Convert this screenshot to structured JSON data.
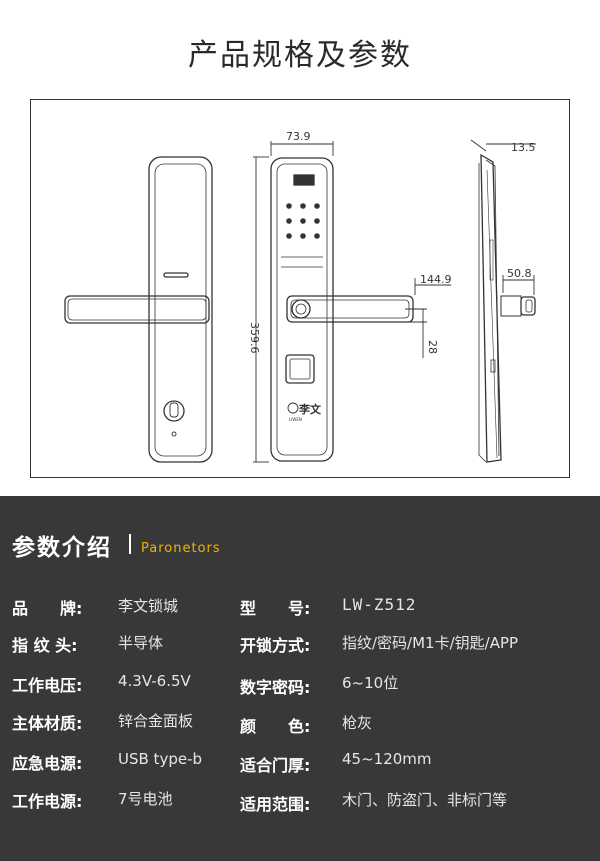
{
  "title": "产品规格及参数",
  "diagram": {
    "dimensions": [
      "73.9",
      "13.5",
      "144.9",
      "50.8",
      "359.6",
      "28"
    ],
    "brand_mark": "李文",
    "brand_mark_small": "LIWEN"
  },
  "section": {
    "title": "参数介绍",
    "subtitle": "Paronetors"
  },
  "specs": [
    {
      "label": "品　　牌:",
      "value": "李文锁城"
    },
    {
      "label": "型　　号:",
      "value": "LW-Z512"
    },
    {
      "label": "指 纹 头:",
      "value": "半导体"
    },
    {
      "label": "开锁方式:",
      "value": "指纹/密码/M1卡/钥匙/APP"
    },
    {
      "label": "工作电压:",
      "value": "4.3V-6.5V"
    },
    {
      "label": "数字密码:",
      "value": "6~10位"
    },
    {
      "label": "主体材质:",
      "value": "锌合金面板"
    },
    {
      "label": "颜　　色:",
      "value": "枪灰"
    },
    {
      "label": "应急电源:",
      "value": "USB type-b"
    },
    {
      "label": "适合门厚:",
      "value": "45~120mm"
    },
    {
      "label": "工作电源:",
      "value": "7号电池"
    },
    {
      "label": "适用范围:",
      "value": "木门、防盗门、非标门等"
    }
  ]
}
